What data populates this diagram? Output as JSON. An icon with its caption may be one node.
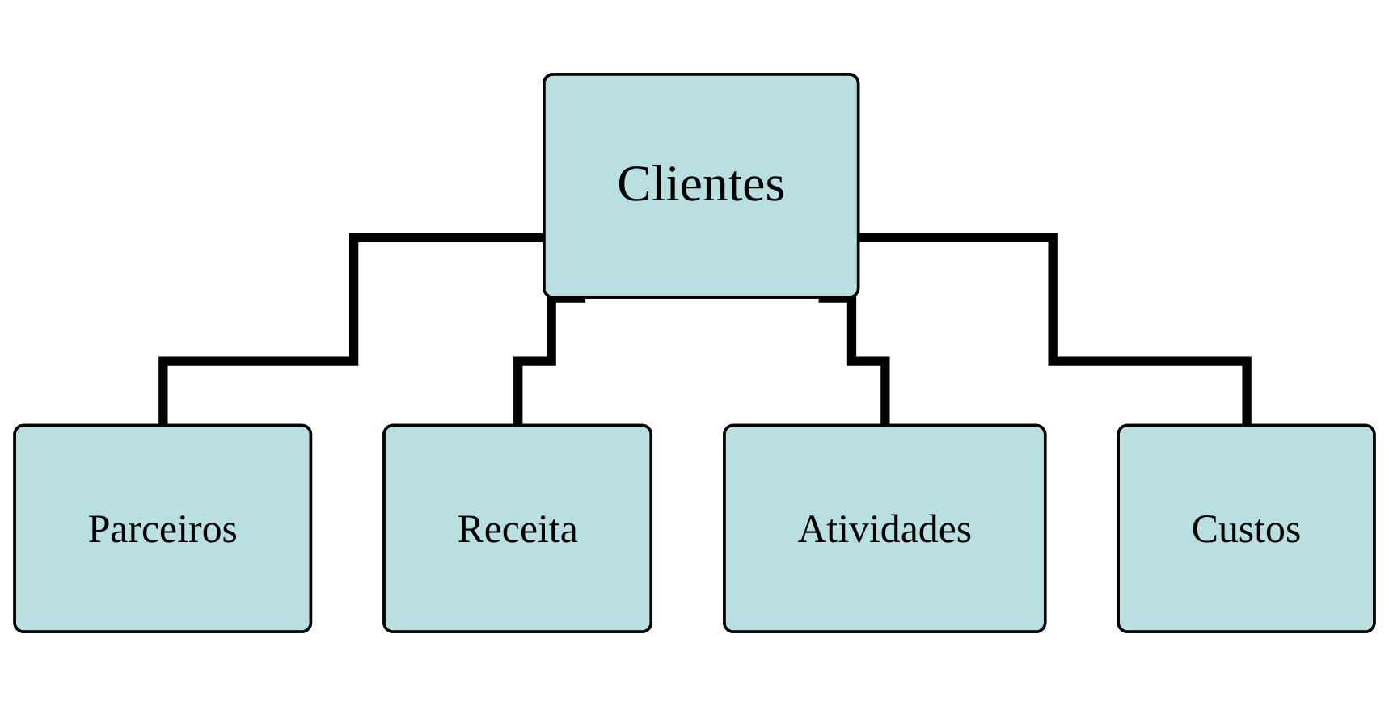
{
  "diagram": {
    "nodes": [
      {
        "text": [
          "Clientes"
        ]
      },
      {
        "text": [
          "Parceiros"
        ]
      },
      {
        "text": [
          "Receita"
        ]
      },
      {
        "text": [
          "Atividades"
        ]
      },
      {
        "text": [
          "Custos"
        ]
      }
    ],
    "edges": [
      {
        "from": 0,
        "to": 1,
        "arrow": "none"
      },
      {
        "from": 0,
        "to": 2,
        "arrow": "none"
      },
      {
        "from": 0,
        "to": 3,
        "arrow": "none"
      },
      {
        "from": 0,
        "to": 4,
        "arrow": "none"
      }
    ]
  }
}
